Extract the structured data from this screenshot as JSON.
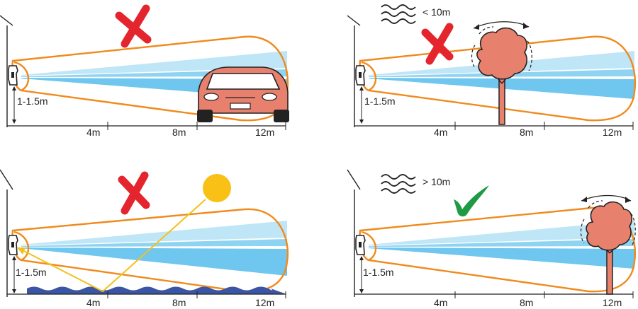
{
  "colors": {
    "outline": "#F08A1C",
    "beam_light": "#BFE6F7",
    "beam_mid": "#8FD3F2",
    "beam_dark": "#6FC6EE",
    "object": "#E8806E",
    "cross": "#E4252E",
    "check": "#1E9A45",
    "sun": "#F9C015",
    "sun_ray": "#F2C21B",
    "water": "#3A55A4",
    "ink": "#222222"
  },
  "icons": {
    "cross": "cross-mark-icon",
    "check": "check-mark-icon",
    "wind": "wind-waves-icon",
    "sun": "sun-icon",
    "car": "car-icon",
    "tree": "tree-icon",
    "sensor": "motion-sensor-icon",
    "house": "house-roof-icon"
  },
  "panels": [
    {
      "id": "car",
      "height_label": "1-1.5m",
      "ticks": [
        "4m",
        "8m",
        "12m"
      ],
      "verdict": "cross"
    },
    {
      "id": "tree-near",
      "height_label": "1-1.5m",
      "ticks": [
        "4m",
        "8m",
        "12m"
      ],
      "verdict": "cross",
      "wind_label": "< 10m"
    },
    {
      "id": "sun-water",
      "height_label": "1-1.5m",
      "ticks": [
        "4m",
        "8m",
        "12m"
      ],
      "verdict": "cross"
    },
    {
      "id": "tree-far",
      "height_label": "1-1.5m",
      "ticks": [
        "4m",
        "8m",
        "12m"
      ],
      "verdict": "check",
      "wind_label": "> 10m"
    }
  ]
}
